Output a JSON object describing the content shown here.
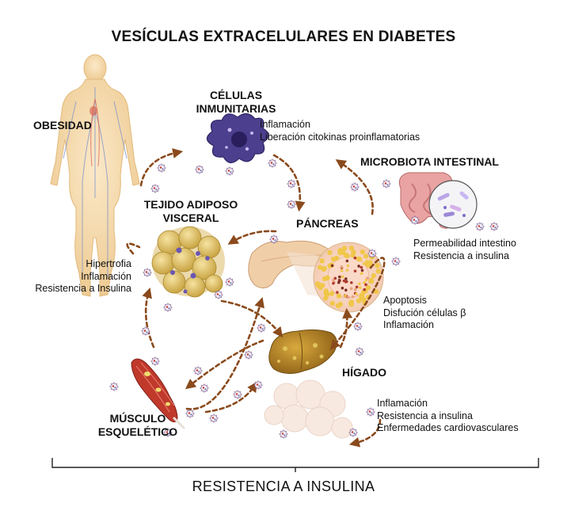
{
  "title": "VESÍCULAS EXTRACELULARES EN DIABETES",
  "footer": "RESISTENCIA A INSULINA",
  "nodes": {
    "obesidad": {
      "label": "OBESIDAD"
    },
    "celulas": {
      "label_lines": [
        "CÉLULAS",
        "INMUNITARIAS"
      ],
      "effects": [
        "Inflamación",
        "Liberación citokinas proinflamatorias"
      ]
    },
    "microbiota": {
      "label": "MICROBIOTA INTESTINAL",
      "effects": [
        "Permeabilidad intestino",
        "Resistencia a insulina"
      ]
    },
    "tejido": {
      "label_lines": [
        "TEJIDO ADIPOSO",
        "VISCERAL"
      ],
      "effects": [
        "Hipertrofia",
        "Inflamación",
        "Resistencia a Insulina"
      ]
    },
    "pancreas": {
      "label": "PÁNCREAS",
      "effects": [
        "Apoptosis",
        "Disfución células β",
        "Inflamación"
      ]
    },
    "higado": {
      "label": "HÍGADO",
      "effects": [
        "Inflamación",
        "Resistencia a insulina",
        "Enfermedades cardiovasculares"
      ]
    },
    "musculo": {
      "label_lines": [
        "MÚSCULO",
        "ESQUELÉTICO"
      ]
    }
  },
  "colors": {
    "arrow": "#8a4a1c",
    "skin": "#f3dcb4",
    "cell_purple": "#4b3f8e",
    "adipose": "#e7c970",
    "liver": "#b98b2a",
    "pancreas": "#f0cfa8",
    "intestine": "#e9a3a3",
    "muscle": "#c0392b"
  }
}
